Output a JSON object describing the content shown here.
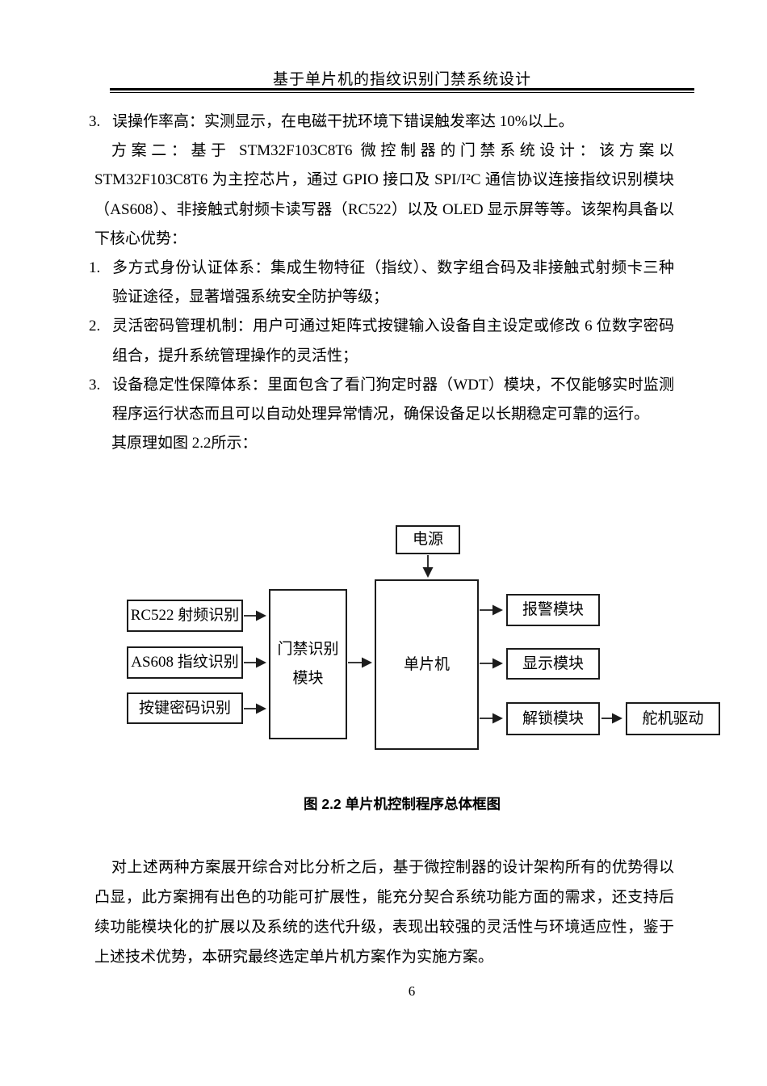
{
  "header": {
    "title": "基于单片机的指纹识别门禁系统设计"
  },
  "body": {
    "lines": [
      {
        "marker": "3.",
        "text": "误操作率高：实测显示，在电磁干扰环境下错误触发率达 10%以上。"
      },
      {
        "text": "方案二：基于 STM32F103C8T6 微控制器的门禁系统设计：该方案以"
      },
      {
        "text": "STM32F103C8T6 为主控芯片，通过 GPIO 接口及 SPI/I²C 通信协议连接指纹识别模块"
      },
      {
        "text": "（AS608）、非接触式射频卡读写器（RC522）以及 OLED 显示屏等等。该架构具备以"
      },
      {
        "text": "下核心优势："
      },
      {
        "marker": "1.",
        "text": "多方式身份认证体系：集成生物特征（指纹）、数字组合码及非接触式射频卡三种"
      },
      {
        "text": "验证途径，显著增强系统安全防护等级；"
      },
      {
        "marker": "2.",
        "text": "灵活密码管理机制：用户可通过矩阵式按键输入设备自主设定或修改 6 位数字密码"
      },
      {
        "text": "组合，提升系统管理操作的灵活性；"
      },
      {
        "marker": "3.",
        "text": "设备稳定性保障体系：里面包含了看门狗定时器（WDT）模块，不仅能够实时监测"
      },
      {
        "text": "程序运行状态而且可以自动处理异常情况，确保设备足以长期稳定可靠的运行。"
      },
      {
        "text": "其原理如图 2.2所示："
      }
    ]
  },
  "diagram": {
    "boxes": [
      {
        "id": "power",
        "label": "电源"
      },
      {
        "id": "mcu",
        "label": "单片机"
      },
      {
        "id": "access-module",
        "label": "门禁识别\n模块"
      },
      {
        "id": "rc522",
        "label": "RC522 射频识别"
      },
      {
        "id": "as608",
        "label": "AS608 指纹识别"
      },
      {
        "id": "keypad",
        "label": "按键密码识别"
      },
      {
        "id": "alarm",
        "label": "报警模块"
      },
      {
        "id": "display",
        "label": "显示模块"
      },
      {
        "id": "unlock",
        "label": "解锁模块"
      },
      {
        "id": "servo",
        "label": "舵机驱动"
      }
    ],
    "connections": [
      {
        "from": "电源",
        "to": "单片机"
      },
      {
        "from": "RC522 射频识别",
        "to": "门禁识别模块"
      },
      {
        "from": "AS608 指纹识别",
        "to": "门禁识别模块"
      },
      {
        "from": "按键密码识别",
        "to": "门禁识别模块"
      },
      {
        "from": "门禁识别模块",
        "to": "单片机"
      },
      {
        "from": "单片机",
        "to": "报警模块"
      },
      {
        "from": "单片机",
        "to": "显示模块"
      },
      {
        "from": "单片机",
        "to": "解锁模块"
      },
      {
        "from": "解锁模块",
        "to": "舵机驱动"
      }
    ],
    "line_color": "#1c1c1c"
  },
  "figure": {
    "caption": "图 2.2 单片机控制程序总体框图"
  },
  "closing": {
    "lines": [
      "对上述两种方案展开综合对比分析之后，基于微控制器的设计架构所有的优势得以",
      "凸显，此方案拥有出色的功能可扩展性，能充分契合系统功能方面的需求，还支持后",
      "续功能模块化的扩展以及系统的迭代升级，表现出较强的灵活性与环境适应性，鉴于",
      "上述技术优势，本研究最终选定单片机方案作为实施方案。"
    ]
  },
  "footer": {
    "page_number": "6"
  }
}
